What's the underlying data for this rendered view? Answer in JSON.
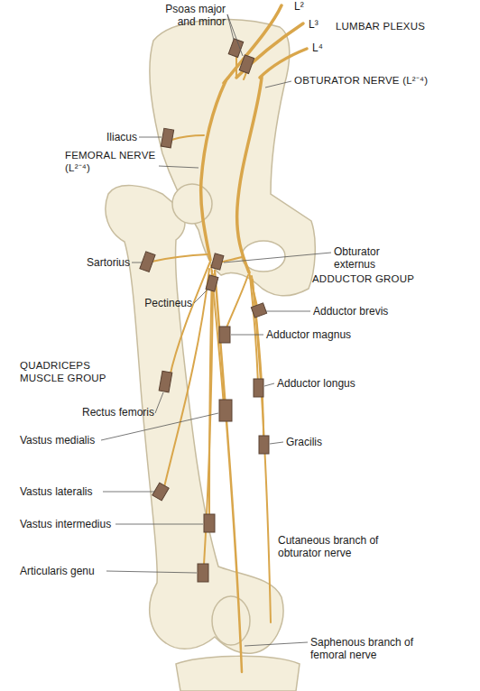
{
  "diagram": {
    "labels": [
      "Psoas major and minor",
      "L²",
      "L³",
      "LUMBAR PLEXUS",
      "L⁴",
      "Iliacus",
      "FEMORAL NERVE (L²⁻⁴)",
      "OBTURATOR NERVE (L²⁻⁴)",
      "Obturator externus",
      "Sartorius",
      "ADDUCTOR GROUP",
      "Pectineus",
      "Adductor brevis",
      "Adductor magnus",
      "QUADRICEPS MUSCLE GROUP",
      "Adductor longus",
      "Rectus femoris",
      "Vastus medialis",
      "Gracilis",
      "Vastus lateralis",
      "Vastus intermedius",
      "Cutaneous branch of obturator nerve",
      "Articularis genu",
      "Saphenous branch of femoral nerve"
    ]
  }
}
